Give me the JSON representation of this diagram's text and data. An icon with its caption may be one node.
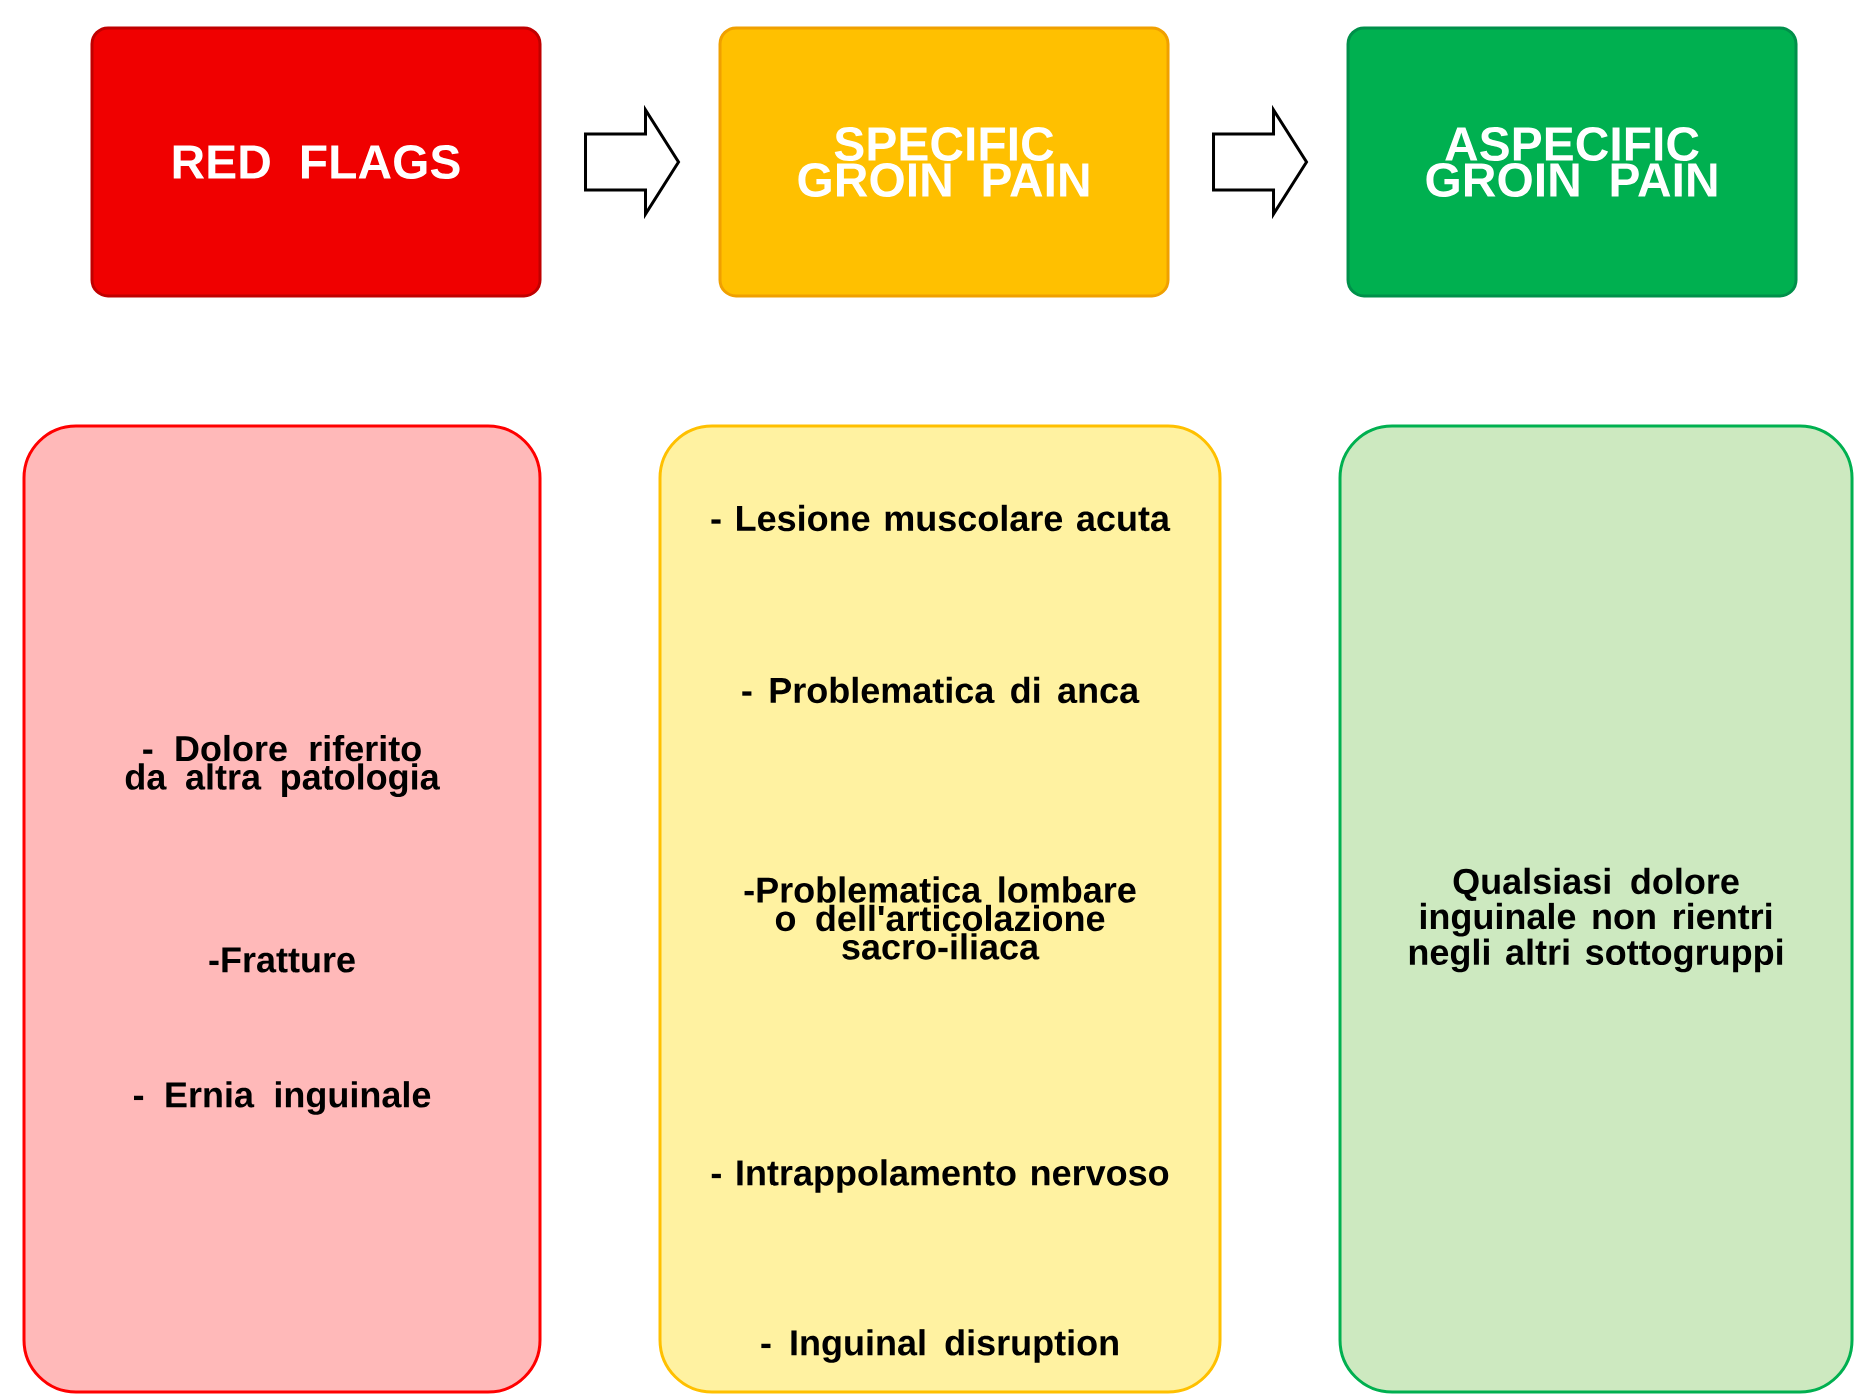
{
  "diagram": {
    "nodes": [
      {
        "text": [
          "RED FLAGS"
        ]
      },
      {
        "text": [
          "SPECIFIC GROIN PAIN"
        ]
      },
      {
        "text": [
          "ASPECIFIC GROIN PAIN"
        ]
      },
      {
        "text": [
          "- Dolore riferito da altra patologia",
          "-Fratture",
          "- Ernia inguinale"
        ]
      },
      {
        "text": [
          "- Lesione muscolare acuta",
          "- Problematica di anca",
          "-Problematica lombare o dell'articolazione sacro-iliaca",
          "- Intrappolamento nervoso",
          "- Inguinal disruption"
        ]
      },
      {
        "text": [
          "Qualsiasi dolore inguinale non rientri negli altri sottogruppi"
        ]
      }
    ],
    "edges": [
      {
        "from": 0,
        "to": 1,
        "arrow": "to"
      },
      {
        "from": 1,
        "to": 2,
        "arrow": "to"
      }
    ]
  }
}
